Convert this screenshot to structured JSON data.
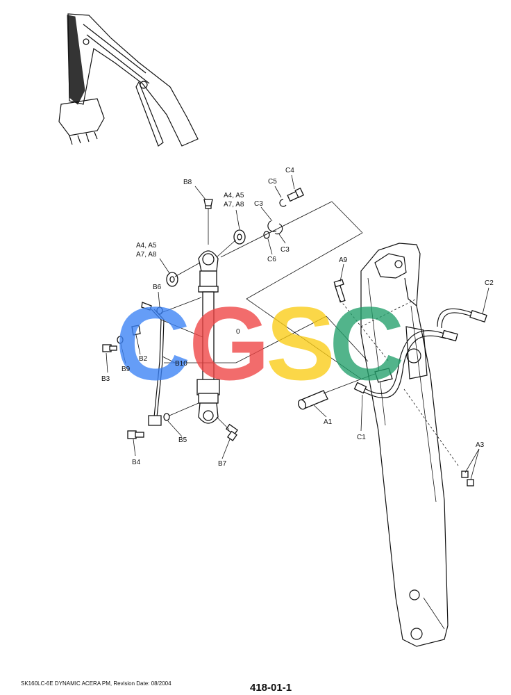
{
  "labels": {
    "b8": "B8",
    "a4a5_top": "A4, A5",
    "a7a8_top": "A7, A8",
    "c4": "C4",
    "c5": "C5",
    "c3_top": "C3",
    "c3_bot": "C3",
    "c6": "C6",
    "a4a5_left": "A4, A5",
    "a7a8_left": "A7, A8",
    "b6": "B6",
    "a9": "A9",
    "c2": "C2",
    "b2": "B2",
    "b3": "B3",
    "b9": "B9",
    "b10": "B10",
    "zero": "0",
    "a1": "A1",
    "c1": "C1",
    "b5": "B5",
    "b4": "B4",
    "b7": "B7",
    "a3": "A3"
  },
  "watermark": {
    "letters": [
      "C",
      "G",
      "S",
      "C"
    ],
    "colors": [
      "#3b82f6",
      "#ef4444",
      "#facc15",
      "#22a06b"
    ]
  },
  "footer": {
    "left": "SK160LC-6E DYNAMIC ACERA PM, Revision Date: 08/2004",
    "right": "418-01-1"
  }
}
